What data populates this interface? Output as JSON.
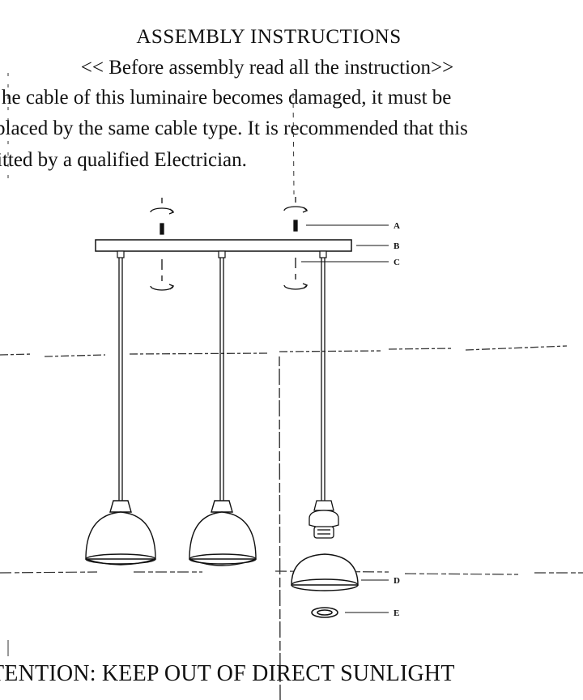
{
  "heading": {
    "title": "ASSEMBLY INSTRUCTIONS",
    "subtitle": "<< Before assembly read all the instruction>>"
  },
  "warning_lines": [
    "he cable of this luminaire becomes damaged, it must be",
    "placed by the same cable type. It is recommended that this",
    "itted by a qualified Electrician."
  ],
  "diagram": {
    "part_labels": [
      "A",
      "B",
      "C",
      "D",
      "E"
    ]
  },
  "footer": {
    "attention": "TENTION: KEEP OUT OF DIRECT SUNLIGHT"
  }
}
